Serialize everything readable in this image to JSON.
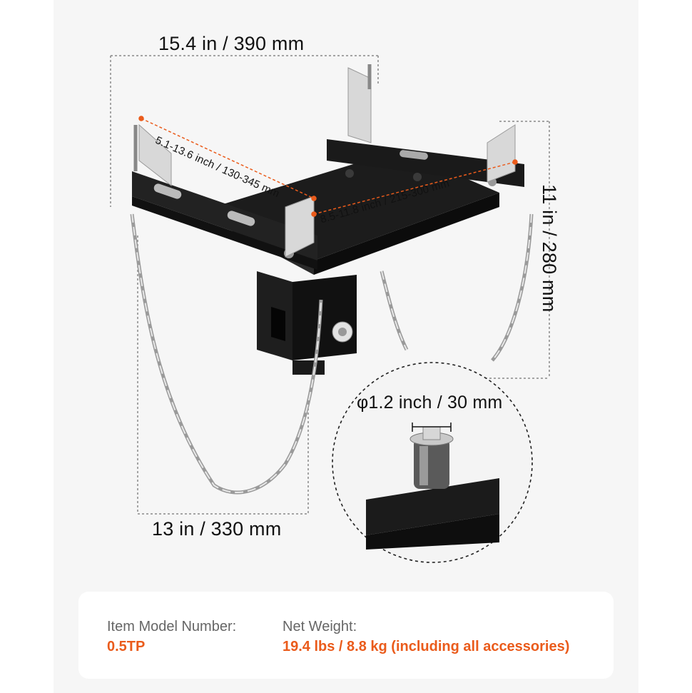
{
  "dimensions": {
    "top_width": "15.4 in / 390 mm",
    "slot_range_a": "5.1-13.6 inch / 130-345 mm",
    "slot_range_b": "8.5-11.8 inch / 215-300 mm",
    "height": "11 in / 280 mm",
    "bottom_width": "13 in / 330 mm",
    "pin_diameter": "φ1.2 inch / 30 mm"
  },
  "specs": {
    "model_label": "Item Model Number:",
    "model_value": "0.5TP",
    "weight_label": "Net Weight:",
    "weight_value": "19.4 lbs / 8.8 kg (including all accessories)"
  },
  "colors": {
    "accent": "#ea5b1b",
    "text": "#111111",
    "muted": "#666666"
  },
  "icons": [
    "jack-adapter-product-photo",
    "pin-detail-callout"
  ]
}
